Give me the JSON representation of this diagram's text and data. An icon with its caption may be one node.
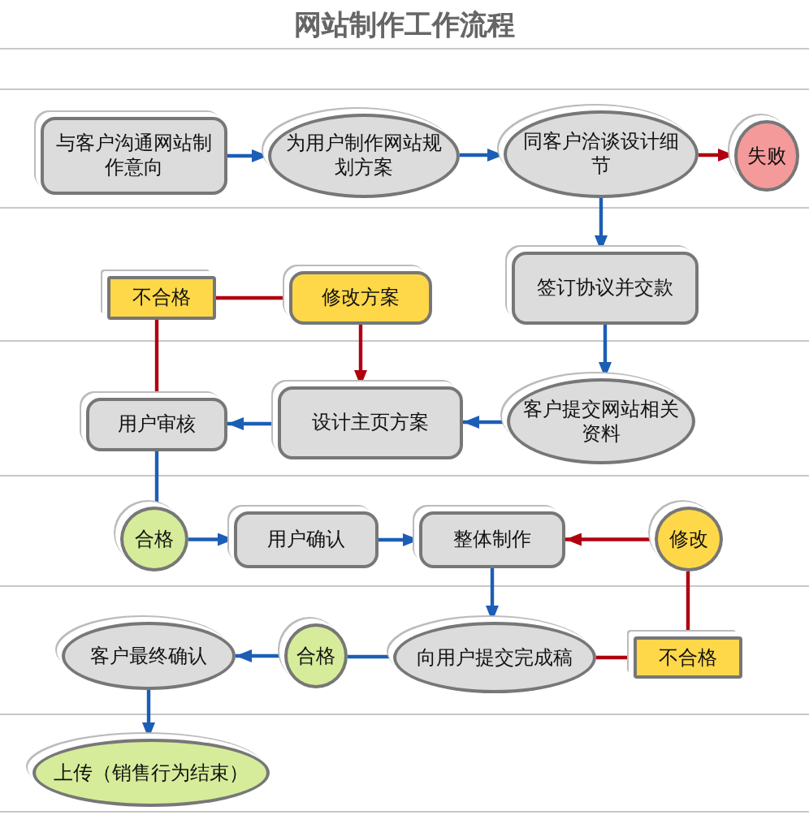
{
  "diagram": {
    "title": "网站制作工作流程",
    "nodes": [
      {
        "text": [
          "与客户沟通网站制作意向"
        ]
      },
      {
        "text": [
          "为用户制作网站规划方案"
        ]
      },
      {
        "text": [
          "同客户洽谈设计细节"
        ]
      },
      {
        "text": [
          "失败"
        ]
      },
      {
        "text": [
          "签订协议并交款"
        ]
      },
      {
        "text": [
          "不合格"
        ]
      },
      {
        "text": [
          "修改方案"
        ]
      },
      {
        "text": [
          "用户审核"
        ]
      },
      {
        "text": [
          "设计主页方案"
        ]
      },
      {
        "text": [
          "客户提交网站相关资料"
        ]
      },
      {
        "text": [
          "合格"
        ]
      },
      {
        "text": [
          "用户确认"
        ]
      },
      {
        "text": [
          "整体制作"
        ]
      },
      {
        "text": [
          "修改"
        ]
      },
      {
        "text": [
          "客户最终确认"
        ]
      },
      {
        "text": [
          "合格"
        ]
      },
      {
        "text": [
          "向用户提交完成稿"
        ]
      },
      {
        "text": [
          "不合格"
        ]
      },
      {
        "text": [
          "上传（销售行为结束）"
        ]
      }
    ],
    "edges": [
      {
        "from": 0,
        "to": 1,
        "arrow": "to"
      },
      {
        "from": 1,
        "to": 2,
        "arrow": "to"
      },
      {
        "from": 2,
        "to": 3,
        "arrow": "to",
        "color": "#b00010"
      },
      {
        "from": 2,
        "to": 4,
        "arrow": "to"
      },
      {
        "from": 4,
        "to": 9,
        "arrow": "to"
      },
      {
        "from": 9,
        "to": 8,
        "arrow": "to"
      },
      {
        "from": 8,
        "to": 7,
        "arrow": "to"
      },
      {
        "from": 7,
        "to": 5,
        "arrow": "none",
        "color": "#b00010"
      },
      {
        "from": 5,
        "to": 6,
        "arrow": "none",
        "color": "#b00010"
      },
      {
        "from": 6,
        "to": 8,
        "arrow": "to",
        "color": "#b00010"
      },
      {
        "from": 7,
        "to": 10,
        "arrow": "none"
      },
      {
        "from": 10,
        "to": 11,
        "arrow": "to"
      },
      {
        "from": 11,
        "to": 12,
        "arrow": "to"
      },
      {
        "from": 12,
        "to": 16,
        "arrow": "to"
      },
      {
        "from": 16,
        "to": 17,
        "arrow": "none",
        "color": "#b00010"
      },
      {
        "from": 17,
        "to": 13,
        "arrow": "none",
        "color": "#b00010"
      },
      {
        "from": 13,
        "to": 12,
        "arrow": "to",
        "color": "#b00010"
      },
      {
        "from": 16,
        "to": 15,
        "arrow": "none"
      },
      {
        "from": 15,
        "to": 14,
        "arrow": "to"
      },
      {
        "from": 14,
        "to": 18,
        "arrow": "to"
      }
    ]
  }
}
